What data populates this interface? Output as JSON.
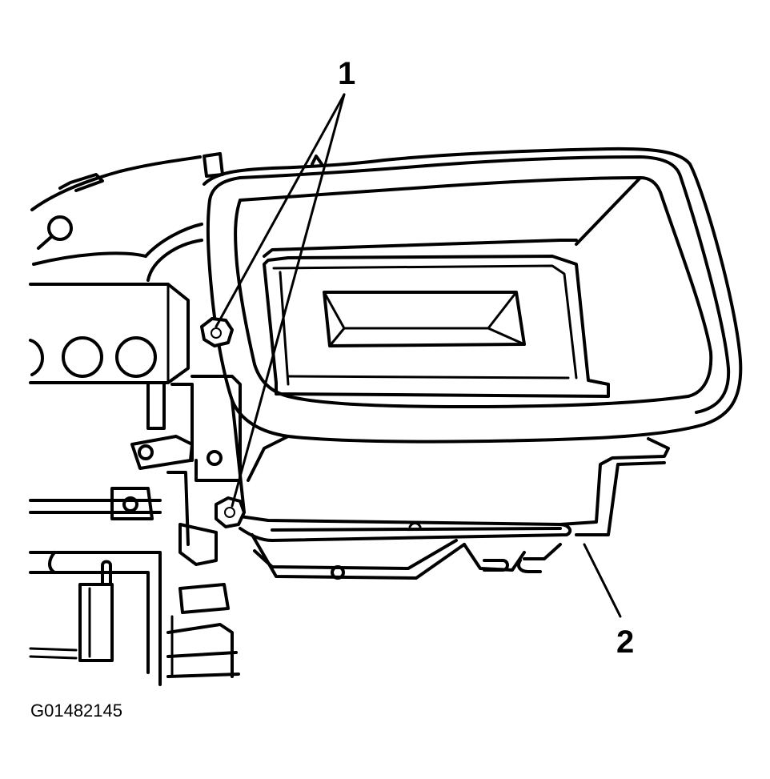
{
  "callouts": {
    "one": "1",
    "two": "2"
  },
  "figure_id": "G01482145"
}
